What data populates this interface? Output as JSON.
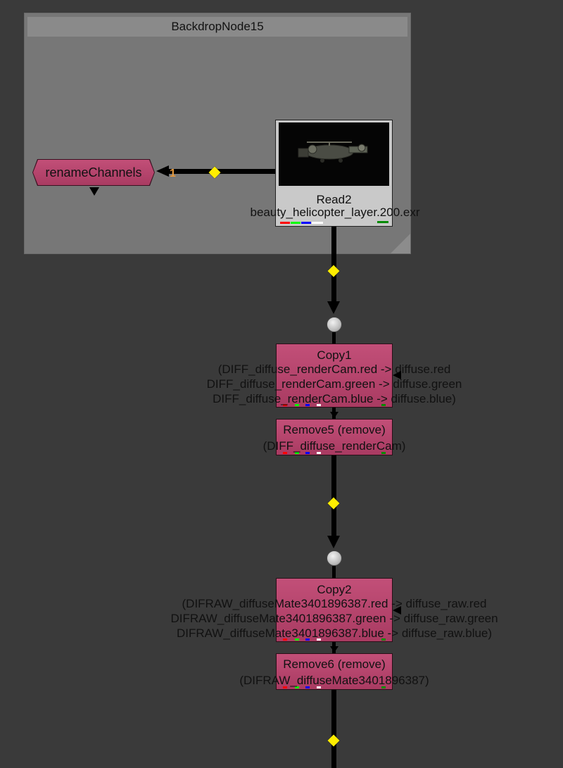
{
  "backdrop": {
    "title": "BackdropNode15"
  },
  "nodes": {
    "rename": {
      "label": "renameChannels",
      "input_number": "1"
    },
    "read": {
      "title": "Read2",
      "file": "beauty_helicopter_layer.200.exr"
    },
    "copy1": {
      "title": "Copy1",
      "lines": [
        "(DIFF_diffuse_renderCam.red -> diffuse.red",
        "DIFF_diffuse_renderCam.green -> diffuse.green",
        "DIFF_diffuse_renderCam.blue -> diffuse.blue)"
      ]
    },
    "remove5": {
      "title": "Remove5 (remove)",
      "subtitle": "(DIFF_diffuse_renderCam)"
    },
    "copy2": {
      "title": "Copy2",
      "lines": [
        "(DIFRAW_diffuseMate3401896387.red -> diffuse_raw.red",
        "DIFRAW_diffuseMate3401896387.green -> diffuse_raw.green",
        "DIFRAW_diffuseMate3401896387.blue -> diffuse_raw.blue)"
      ]
    },
    "remove6": {
      "title": "Remove6 (remove)",
      "subtitle": "(DIFRAW_diffuseMate3401896387)"
    }
  },
  "colors": {
    "background": "#3a3a3a",
    "backdrop": "#777777",
    "node_fill": "#b8466e",
    "pipe": "#000000",
    "knot": "#ffee00"
  }
}
